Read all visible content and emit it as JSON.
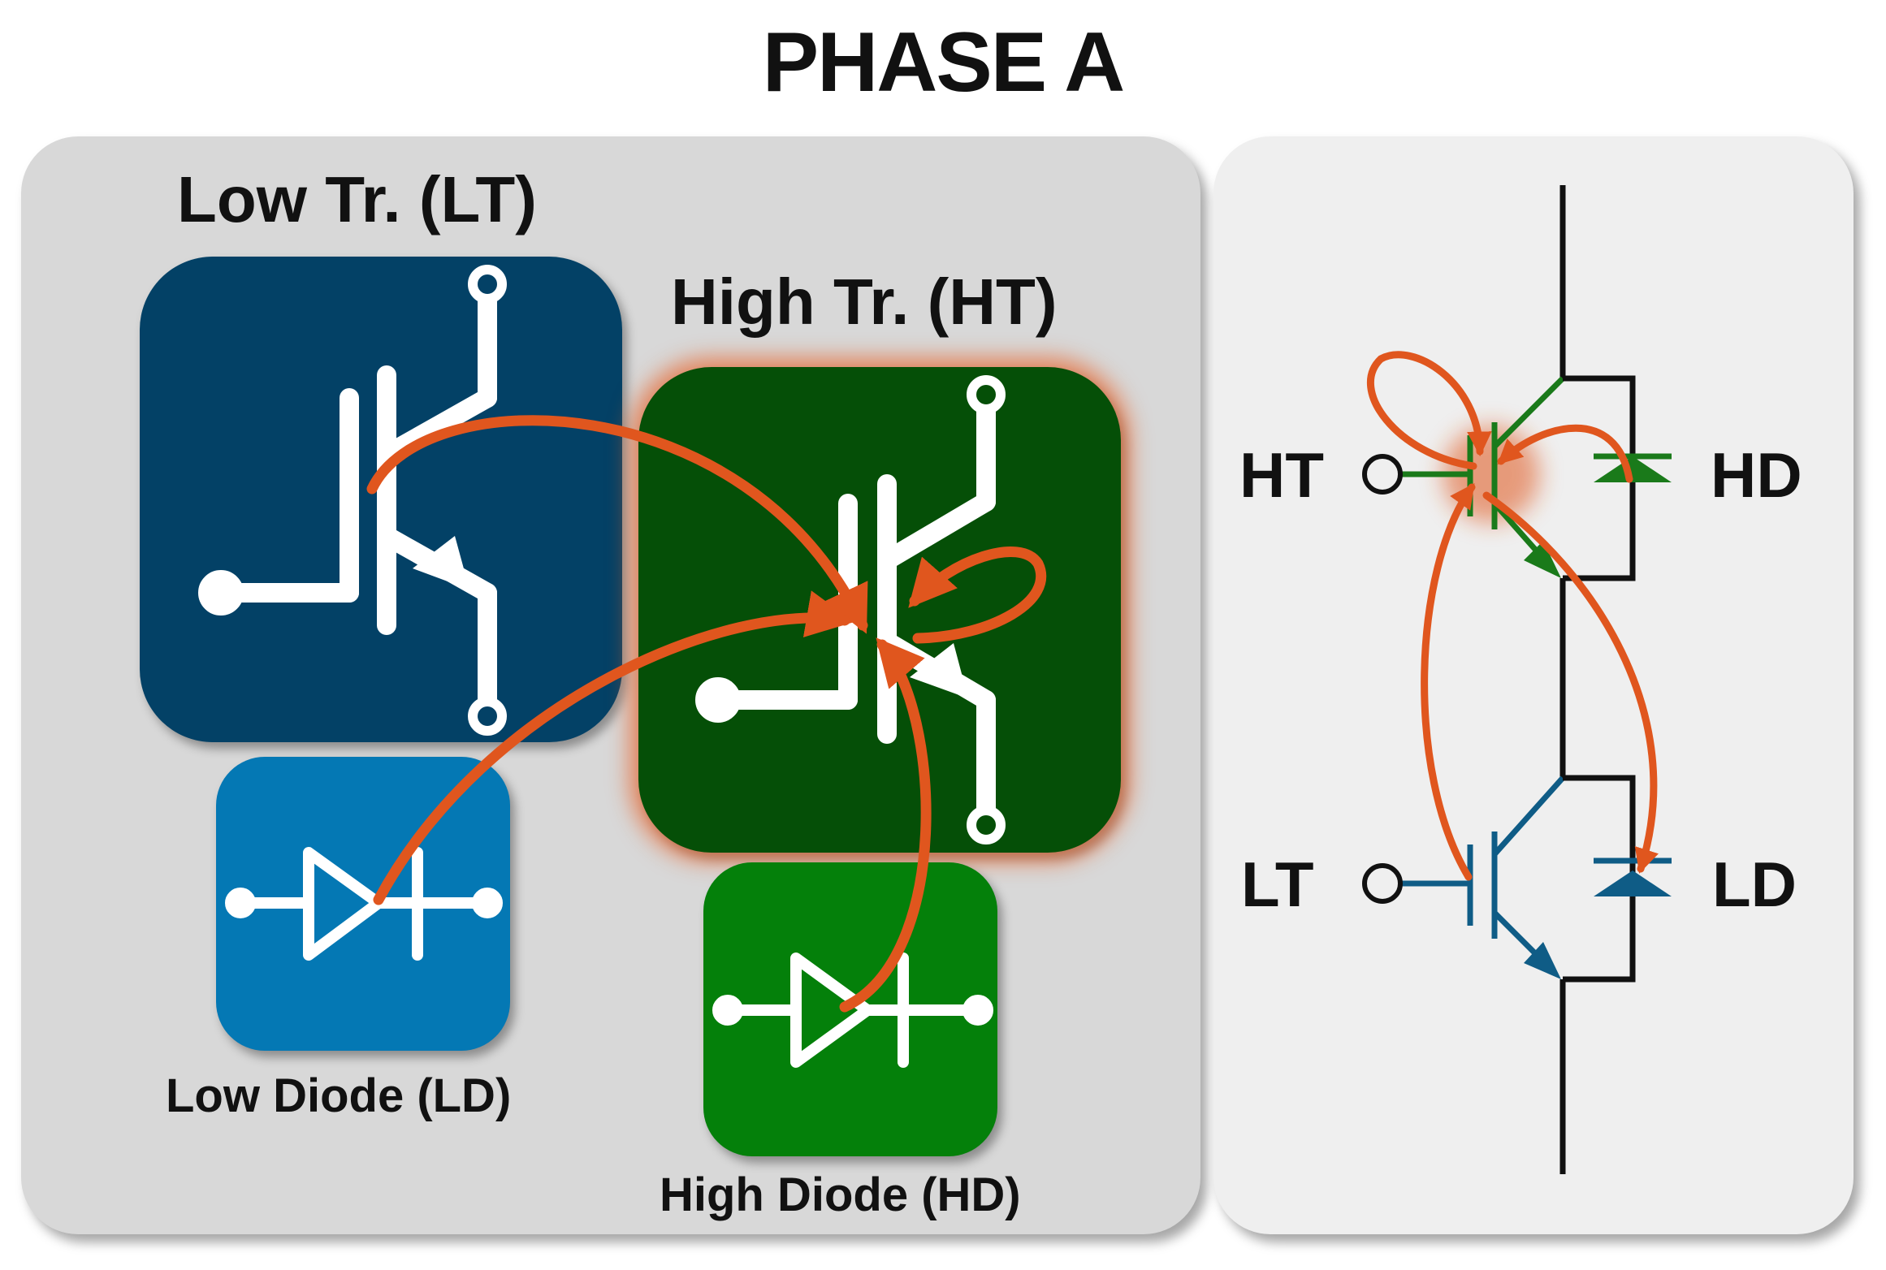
{
  "title": "PHASE A",
  "left": {
    "low_transistor_label": "Low Tr. (LT)",
    "high_transistor_label": "High Tr. (HT)",
    "low_diode_label": "Low Diode (LD)",
    "high_diode_label": "High Diode (HD)"
  },
  "schematic": {
    "ht_label": "HT",
    "hd_label": "HD",
    "lt_label": "LT",
    "ld_label": "LD"
  },
  "colors": {
    "low_transistor": "#034166",
    "high_transistor": "#054f07",
    "low_diode": "#0478b4",
    "high_diode": "#04800a",
    "arrow": "#e0561e",
    "schematic_high": "#1a7a1a",
    "schematic_low": "#0f5c86"
  },
  "icons": [
    "igbt-transistor-icon",
    "diode-icon",
    "coupling-arrow"
  ]
}
